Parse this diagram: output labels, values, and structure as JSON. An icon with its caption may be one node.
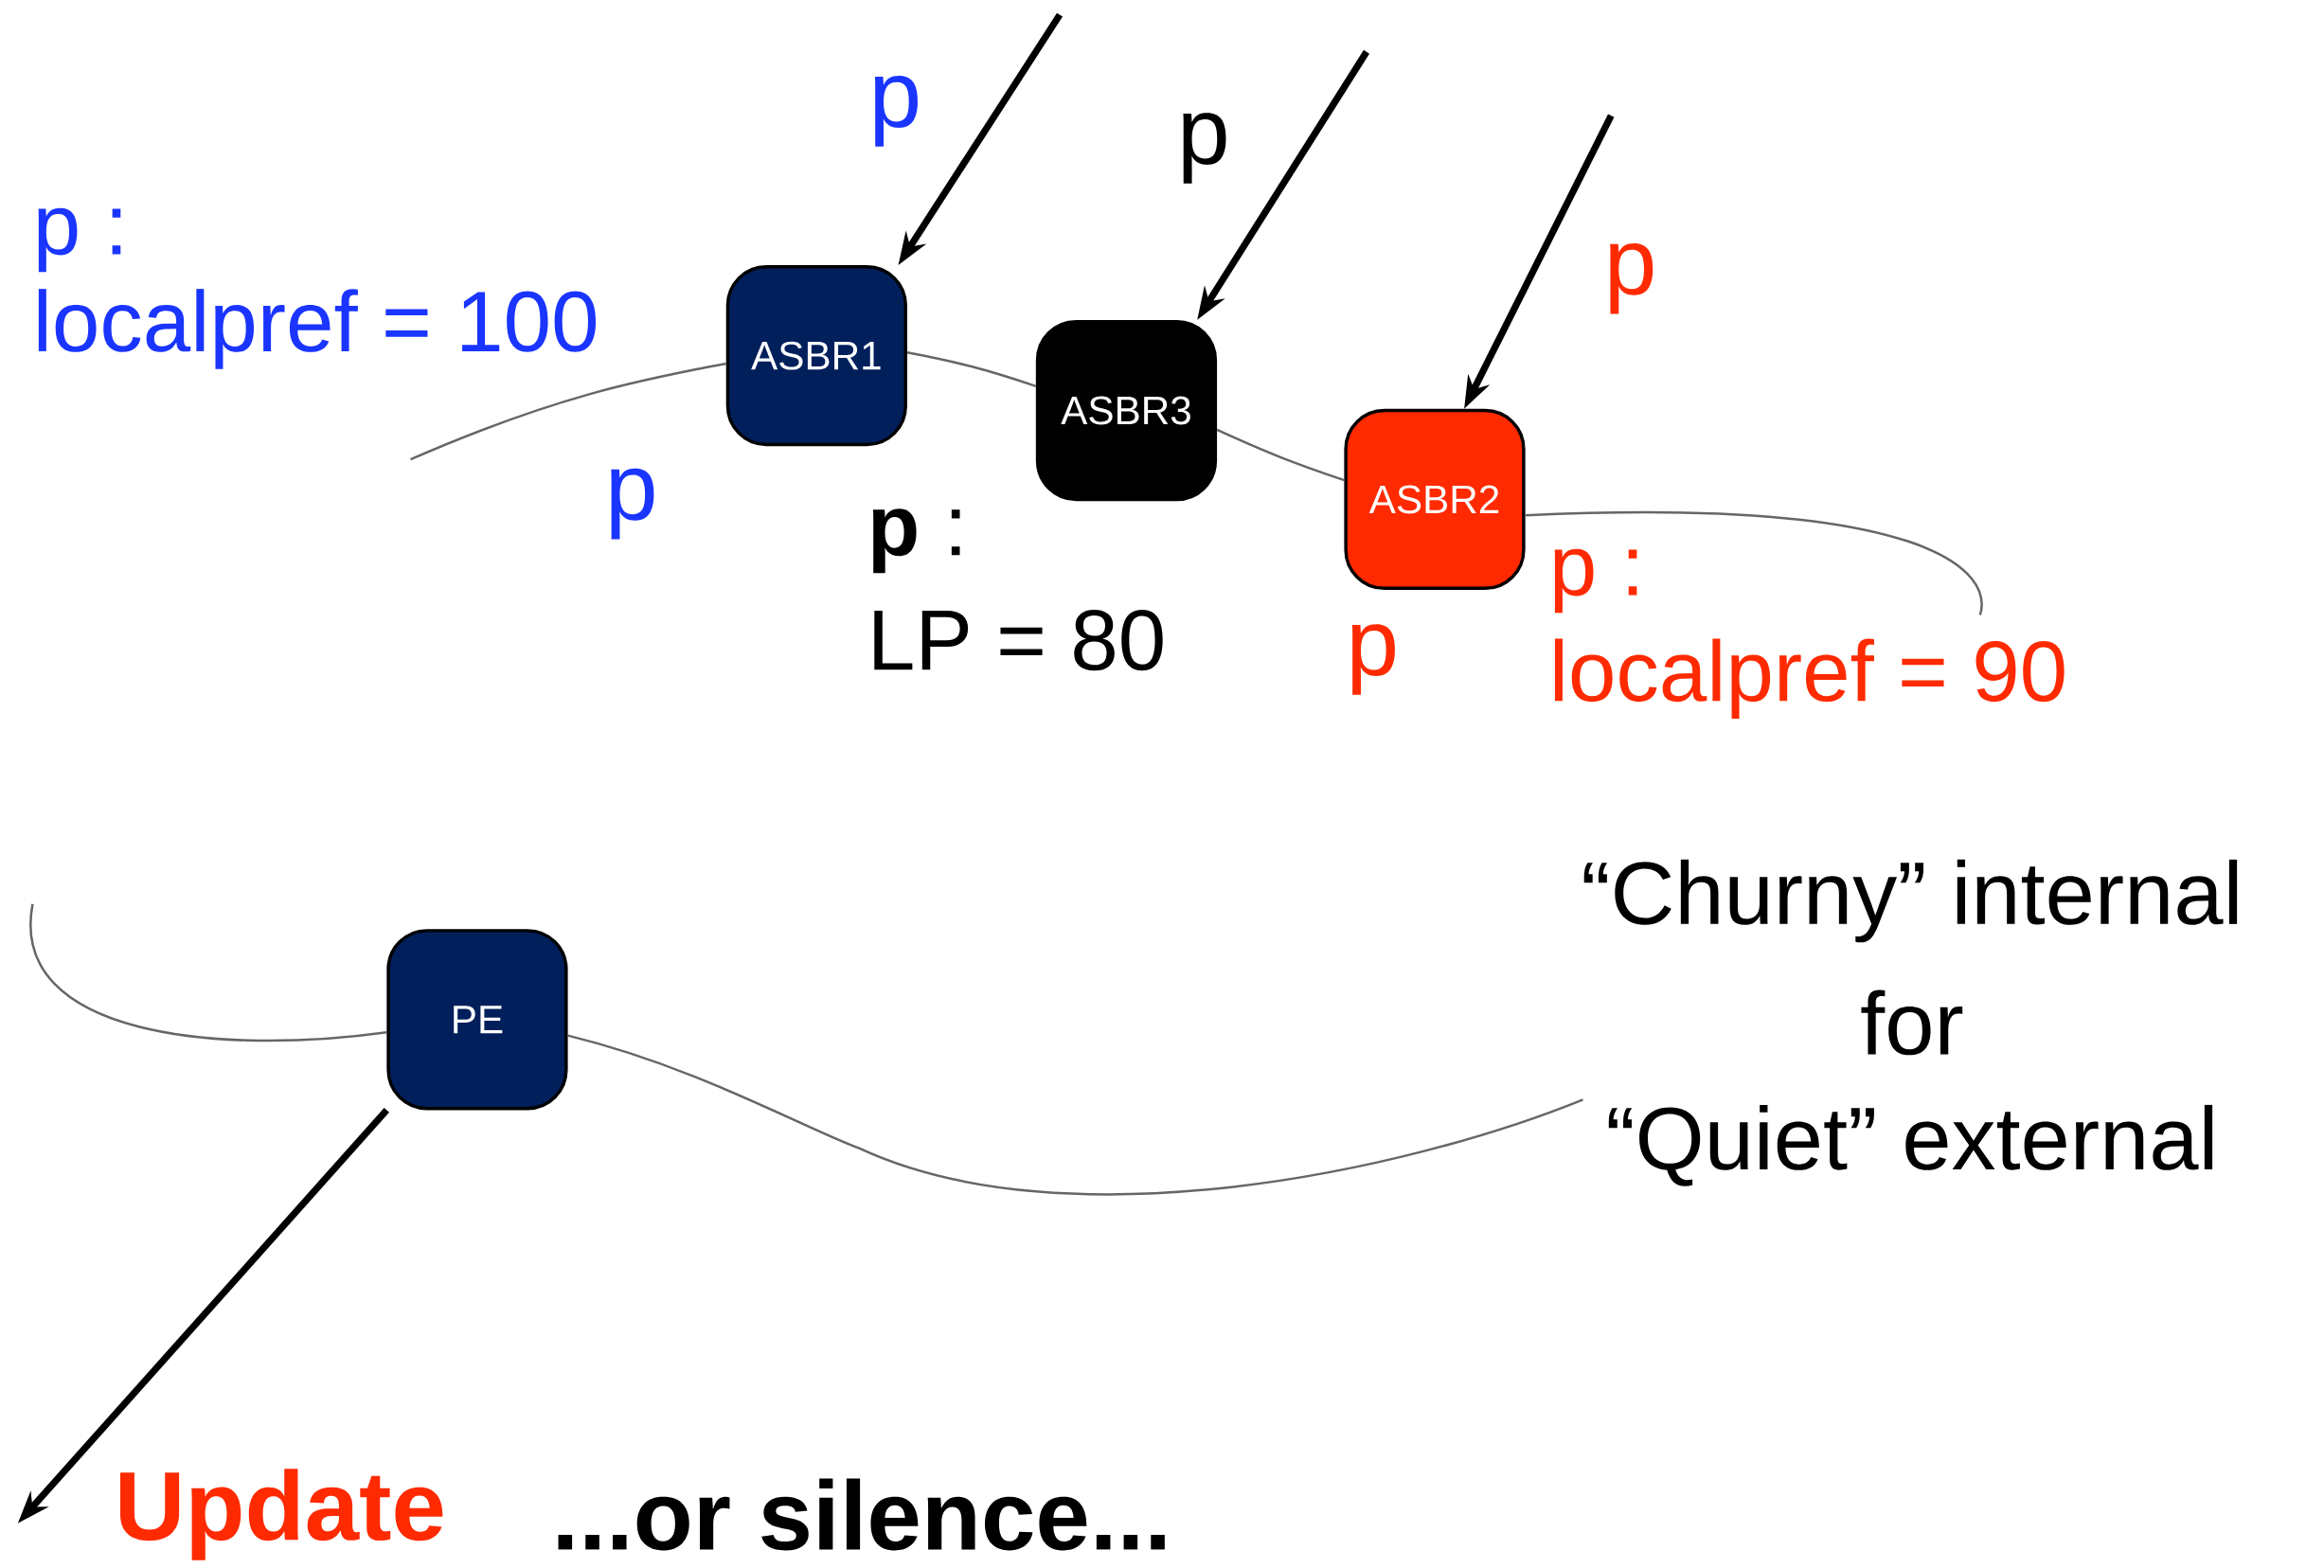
{
  "diagram": {
    "nodes": [
      {
        "text": [
          "ASBR1"
        ]
      },
      {
        "text": [
          "ASBR3"
        ]
      },
      {
        "text": [
          "ASBR2"
        ]
      },
      {
        "text": [
          "PE"
        ]
      }
    ],
    "edges": [
      {
        "from": null,
        "to": 0,
        "arrow": "none"
      },
      {
        "from": 0,
        "to": 1,
        "arrow": "none"
      },
      {
        "from": 1,
        "to": 2,
        "arrow": "none"
      },
      {
        "from": 2,
        "to": null,
        "arrow": "none"
      },
      {
        "from": null,
        "to": 0,
        "arrow": "to",
        "style": "thick",
        "color": "#000000"
      },
      {
        "from": null,
        "to": 1,
        "arrow": "to",
        "style": "thick",
        "color": "#000000"
      },
      {
        "from": null,
        "to": 2,
        "arrow": "to",
        "style": "thick",
        "color": "#000000"
      },
      {
        "from": null,
        "to": 3,
        "arrow": "none"
      },
      {
        "from": 3,
        "to": null,
        "arrow": "none"
      },
      {
        "from": 3,
        "to": null,
        "arrow": "to",
        "style": "thick",
        "color": "#000000"
      }
    ],
    "labels": [
      "p",
      "p",
      "p :",
      "p",
      "localpref = 100",
      "p",
      "**p** :",
      "p :",
      "LP = 80",
      "p",
      "localpref = 90",
      "“Churny” internal",
      "for",
      "“Quiet” external",
      "Update",
      "...or silence..."
    ]
  }
}
